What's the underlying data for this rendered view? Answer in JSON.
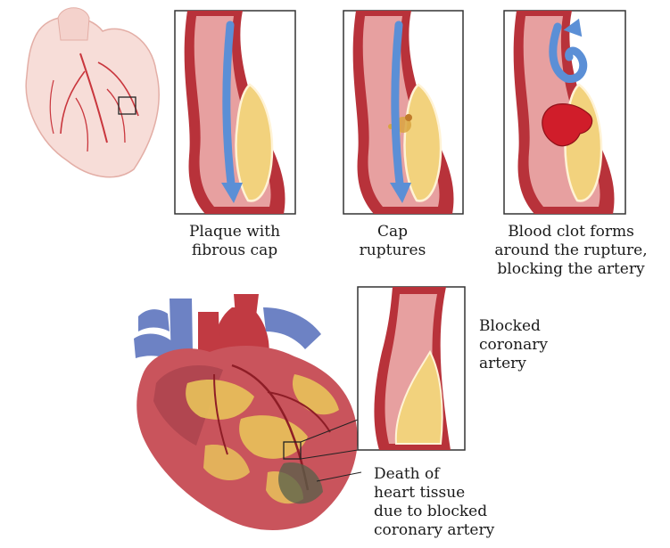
{
  "labels": {
    "plaque": "Plaque with\nfibrous cap",
    "rupture": "Cap\nruptures",
    "clot": "Blood clot forms\naround the rupture,\nblocking the artery",
    "blocked": "Blocked\ncoronary\nartery",
    "death": "Death of\nheart tissue\ndue to blocked\ncoronary artery"
  },
  "colors": {
    "artery_wall": "#b8323a",
    "artery_inner": "#e7a0a0",
    "plaque": "#f2d27d",
    "flow_arrow": "#5b8fd6",
    "clot": "#d01d2a",
    "heart_muscle": "#c9545c",
    "fat": "#e8c25a",
    "vein": "#6d82c4"
  }
}
